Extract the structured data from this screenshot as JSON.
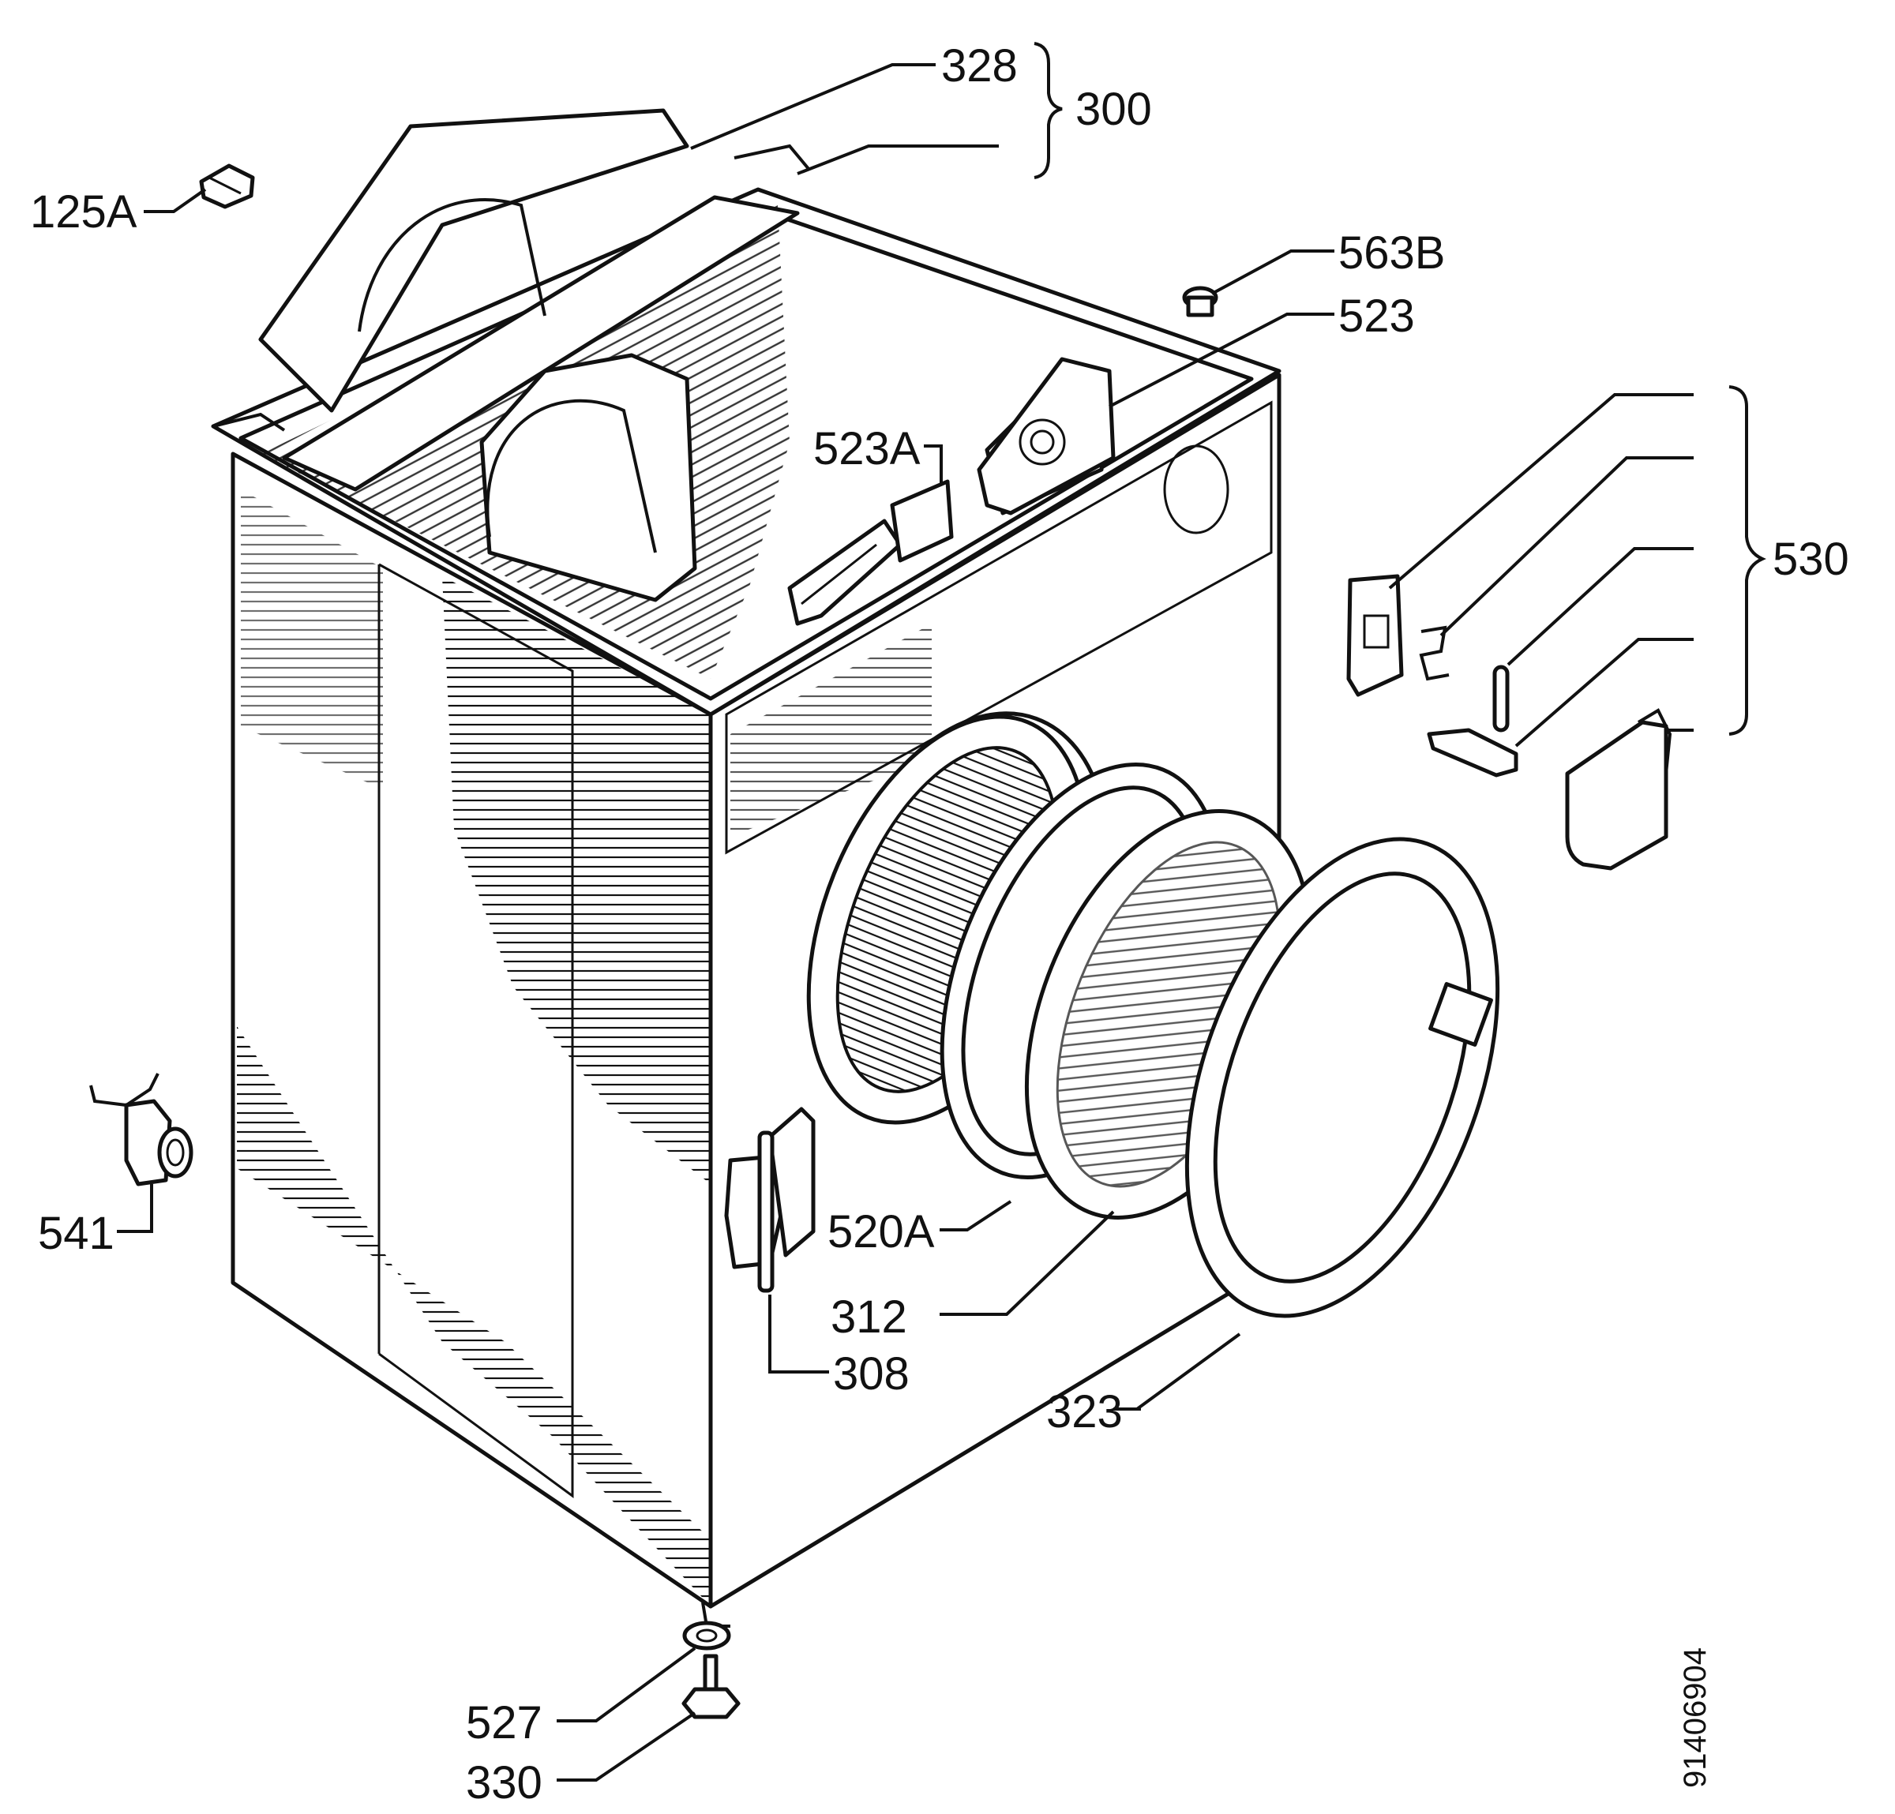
{
  "drawing_number": "91406904",
  "colors": {
    "ink": "#111111",
    "paper": "#ffffff"
  },
  "labels": {
    "p328": "328",
    "p300": "300",
    "p125A": "125A",
    "p563B": "563B",
    "p523": "523",
    "p523A": "523A",
    "p530": "530",
    "p541": "541",
    "p520A": "520A",
    "p312": "312",
    "p308": "308",
    "p323": "323",
    "p527": "527",
    "p330": "330"
  }
}
